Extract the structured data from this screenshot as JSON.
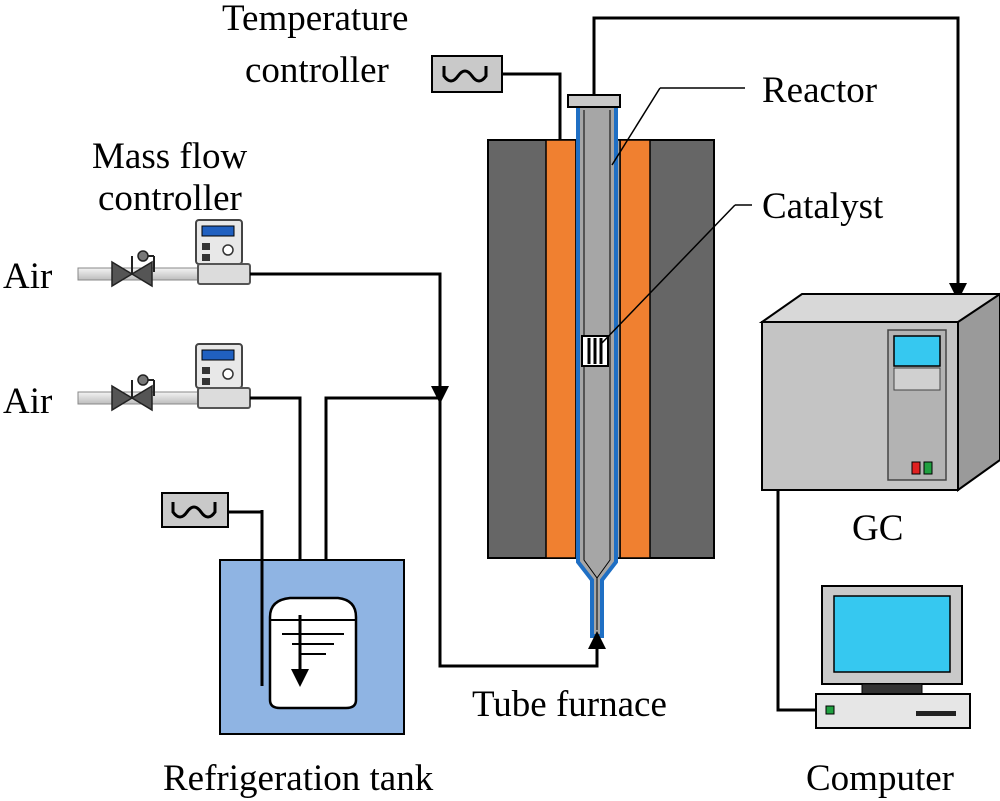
{
  "labels": {
    "temperature_controller_line1": "Temperature",
    "temperature_controller_line2": "controller",
    "reactor": "Reactor",
    "catalyst": "Catalyst",
    "mass_flow_line1": "Mass flow",
    "mass_flow_line2": "controller",
    "air_1": "Air",
    "air_2": "Air",
    "gc": "GC",
    "tube_furnace": "Tube furnace",
    "refrigeration_tank": "Refrigeration tank",
    "computer": "Computer"
  },
  "colors": {
    "furnace_dark": "#666666",
    "furnace_light": "#a6a6a6",
    "heating_element": "#f08030",
    "reactor_tube": "#1f6fc4",
    "tank_fill": "#8fb4e3",
    "gc_screen": "#36c8f0",
    "monitor_screen": "#36c8f0",
    "controller_gray": "#c9c9c9",
    "led_red": "#e02020",
    "led_green": "#20a040"
  }
}
